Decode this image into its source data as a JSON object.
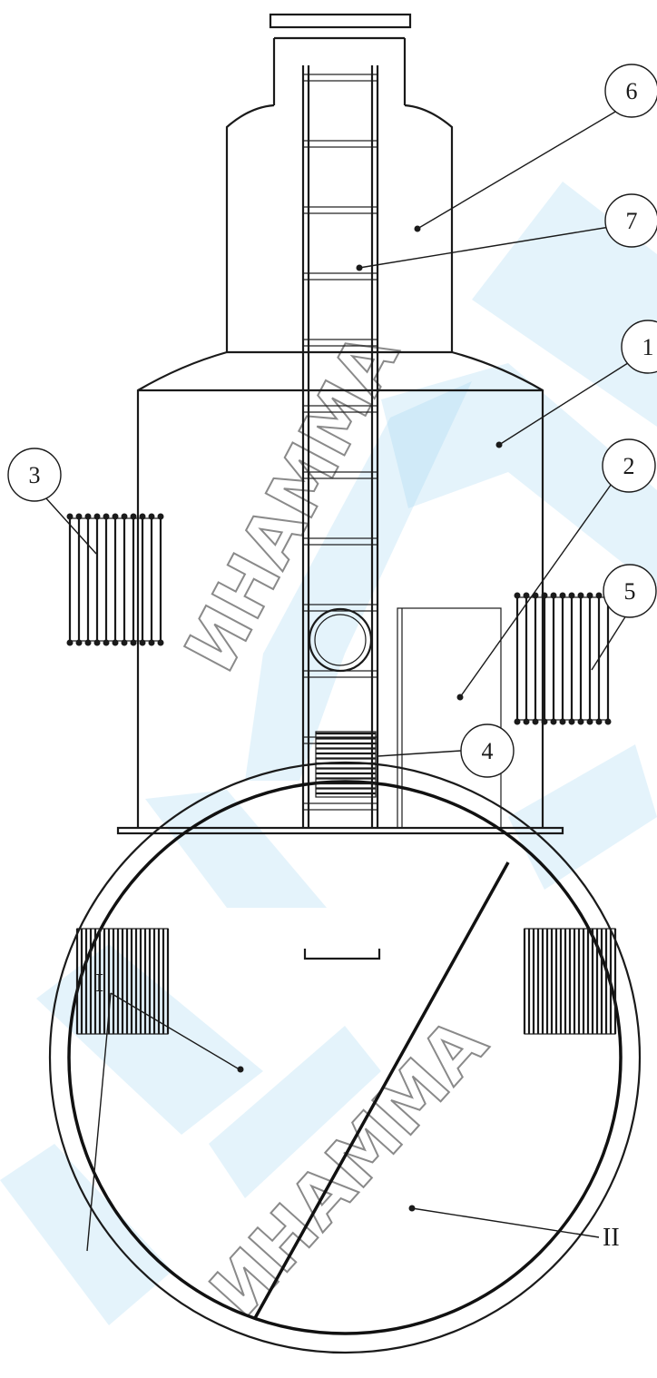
{
  "callouts": [
    {
      "id": "c1",
      "label": "1"
    },
    {
      "id": "c2",
      "label": "2"
    },
    {
      "id": "c3",
      "label": "3"
    },
    {
      "id": "c4",
      "label": "4"
    },
    {
      "id": "c5",
      "label": "5"
    },
    {
      "id": "c6",
      "label": "6"
    },
    {
      "id": "c7",
      "label": "7"
    }
  ],
  "zones": [
    {
      "id": "zone-1",
      "label": "I"
    },
    {
      "id": "zone-2",
      "label": "II"
    }
  ],
  "watermark": {
    "text": "ИНАММА"
  },
  "colors": {
    "line": "#1a1a1a",
    "watermark_fill": "#9fd3f0",
    "background": "#ffffff"
  }
}
